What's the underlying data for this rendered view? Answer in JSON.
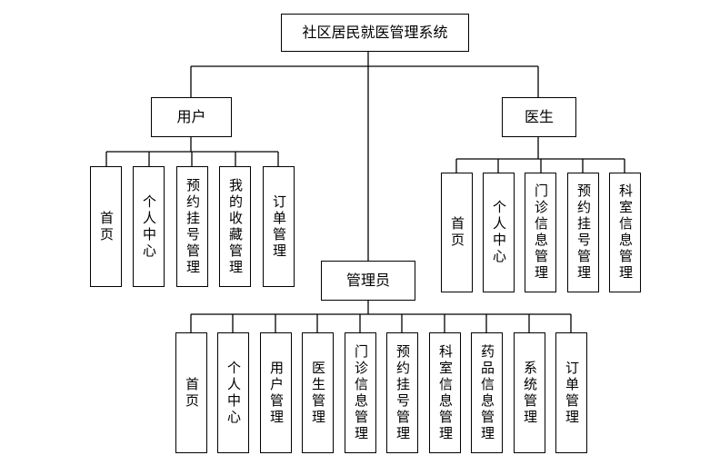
{
  "root": {
    "label": "社区居民就医管理系统"
  },
  "user": {
    "label": "用户",
    "children": [
      "首页",
      "个人中心",
      "预约挂号管理",
      "我的收藏管理",
      "订单管理"
    ]
  },
  "doctor": {
    "label": "医生",
    "children": [
      "首页",
      "个人中心",
      "门诊信息管理",
      "预约挂号管理",
      "科室信息管理"
    ]
  },
  "admin": {
    "label": "管理员",
    "children": [
      "首页",
      "个人中心",
      "用户管理",
      "医生管理",
      "门诊信息管理",
      "预约挂号管理",
      "科室信息管理",
      "药品信息管理",
      "系统管理",
      "订单管理"
    ]
  }
}
